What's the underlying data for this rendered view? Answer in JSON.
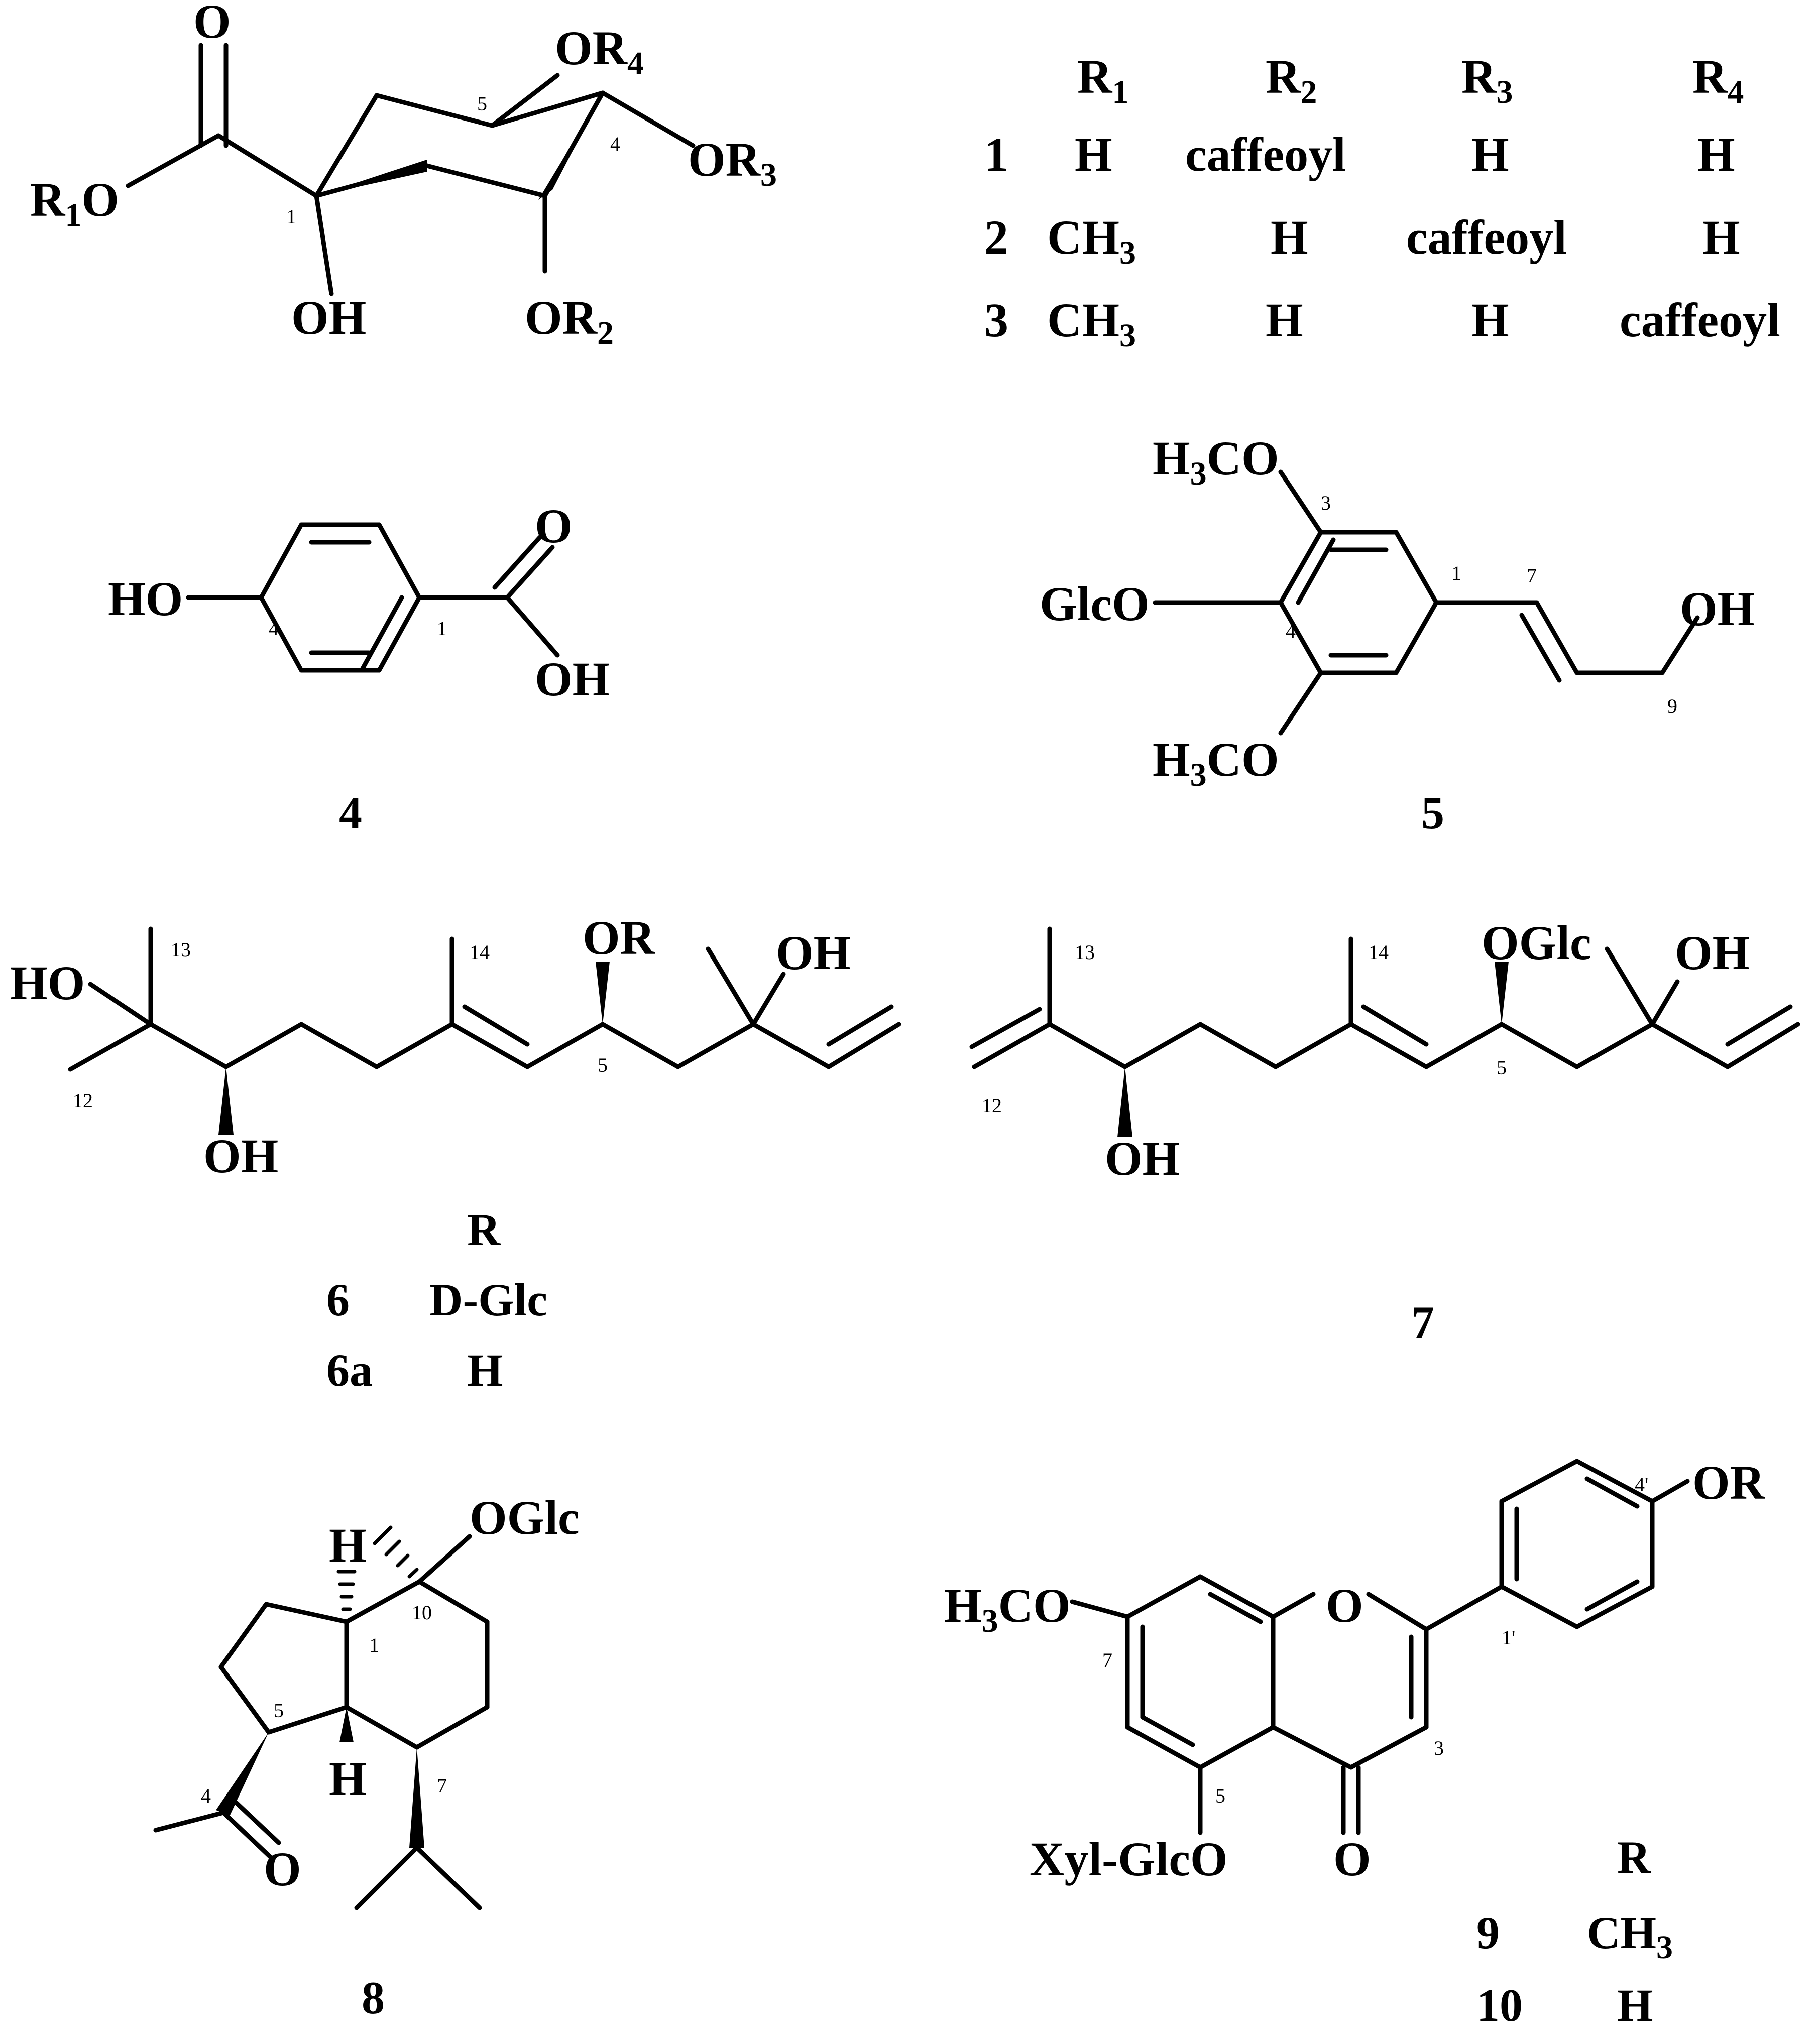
{
  "s1": {
    "o_top": "O",
    "or4_o": "OR",
    "or4_s": "4",
    "r1": "R",
    "r1_s": "1",
    "r1_o": "O",
    "or3_o": "OR",
    "or3_s": "3",
    "oh": "OH",
    "or2_o": "OR",
    "or2_s": "2",
    "n5": "5",
    "n4": "4",
    "n1": "1"
  },
  "table1": {
    "headers": [
      {
        "main": "R",
        "sub": "1"
      },
      {
        "main": "R",
        "sub": "2"
      },
      {
        "main": "R",
        "sub": "3"
      },
      {
        "main": "R",
        "sub": "4"
      }
    ],
    "rows": [
      {
        "id": "1",
        "r1": "H",
        "r1s": "",
        "r2": "caffeoyl",
        "r3": "H",
        "r4": "H"
      },
      {
        "id": "2",
        "r1": "CH",
        "r1s": "3",
        "r2": "H",
        "r3": "caffeoyl",
        "r4": "H"
      },
      {
        "id": "3",
        "r1": "CH",
        "r1s": "3",
        "r2": "H",
        "r3": "H",
        "r4": "caffeoyl"
      }
    ]
  },
  "s4": {
    "ho": "HO",
    "o": "O",
    "oh": "OH",
    "n4": "4",
    "n1": "1",
    "label": "4"
  },
  "s5": {
    "h3co_a": "H",
    "h3co_s": "3",
    "h3co_b": "CO",
    "glco": "GlcO",
    "oh": "OH",
    "n3": "3",
    "n1": "1",
    "n7": "7",
    "n4": "4",
    "n9": "9",
    "label": "5"
  },
  "s6": {
    "ho": "HO",
    "or": "OR",
    "oh_top": "OH",
    "oh_bot": "OH",
    "n13": "13",
    "n14": "14",
    "n12": "12",
    "n5": "5",
    "table": {
      "header": "R",
      "rows": [
        {
          "id": "6",
          "r": "D-Glc"
        },
        {
          "id": "6a",
          "r": "H"
        }
      ]
    }
  },
  "s7": {
    "oglc": "OGlc",
    "oh_top": "OH",
    "oh_bot": "OH",
    "n13": "13",
    "n14": "14",
    "n12": "12",
    "n5": "5",
    "label": "7"
  },
  "s8": {
    "h_top": "H",
    "h_bot": "H",
    "oglc": "OGlc",
    "o": "O",
    "n10": "10",
    "n1": "1",
    "n5": "5",
    "n4": "4",
    "n7": "7",
    "label": "8"
  },
  "s9": {
    "h3co_a": "H",
    "h3co_s": "3",
    "h3co_b": "CO",
    "o_ring": "O",
    "or": "OR",
    "xylglc": "Xyl-Glc",
    "xyl_o": "O",
    "o_ketone": "O",
    "n7": "7",
    "n5": "5",
    "n3": "3",
    "n4p": "4'",
    "n1p": "1'",
    "table": {
      "header": "R",
      "rows": [
        {
          "id": "9",
          "r": "CH",
          "rs": "3"
        },
        {
          "id": "10",
          "r": "H",
          "rs": ""
        }
      ]
    }
  }
}
